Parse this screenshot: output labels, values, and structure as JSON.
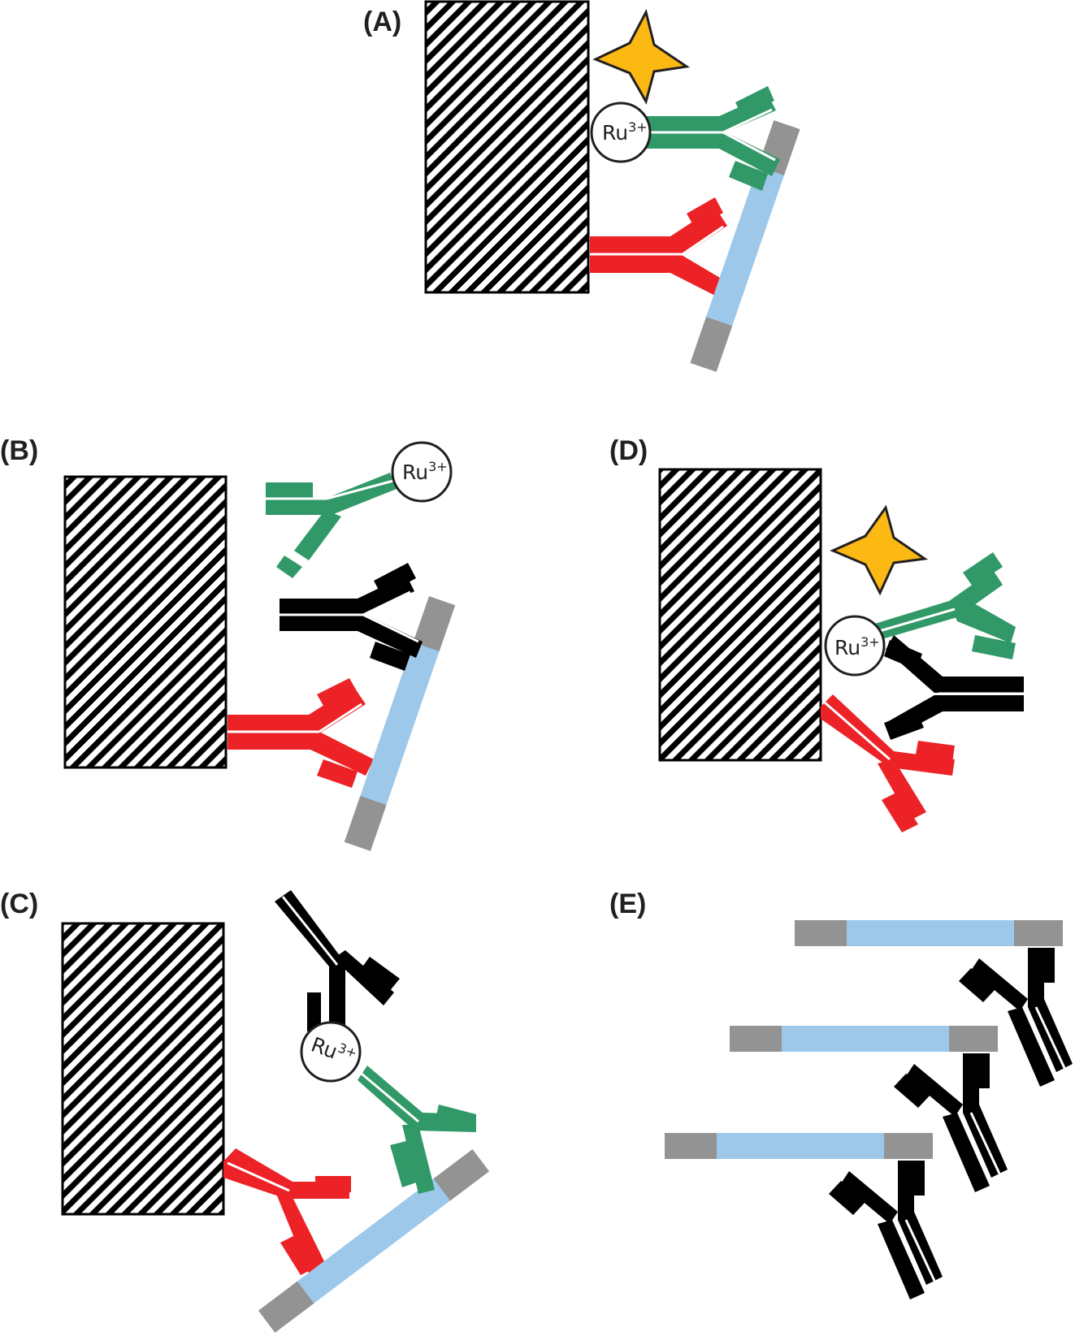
{
  "panels": [
    {
      "id": "A",
      "label": "(A)"
    },
    {
      "id": "B",
      "label": "(B)"
    },
    {
      "id": "C",
      "label": "(C)"
    },
    {
      "id": "D",
      "label": "(D)"
    },
    {
      "id": "E",
      "label": "(E)"
    }
  ],
  "ru_label": {
    "base": "Ru",
    "charge": "3+"
  },
  "colors": {
    "capture_antibody": "#ec2227",
    "detection_antibody": "#319968",
    "interfering_antibody": "#000000",
    "analyte_core": "#9ec8ea",
    "analyte_ends": "#939393",
    "emission_star": "#fdb913",
    "electrode_hatch": "#000000"
  },
  "icons": [
    "electrode-block",
    "antibody",
    "analyte-rod",
    "ruthenium-label",
    "emission-star"
  ]
}
